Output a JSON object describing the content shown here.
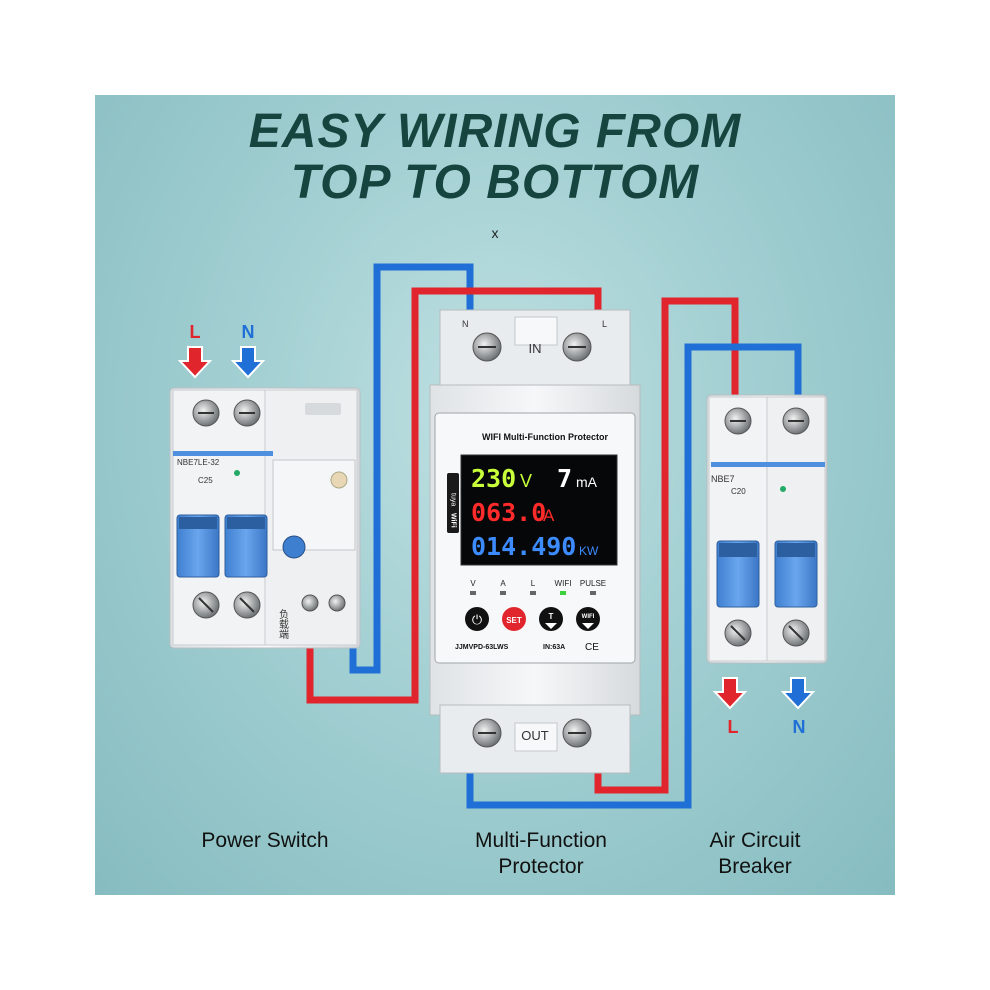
{
  "headline": {
    "line1": "EASY WIRING FROM",
    "line2": "TOP TO BOTTOM"
  },
  "stray_mark": "x",
  "colors": {
    "live_wire": "#e0252c",
    "neutral_wire": "#1f6fd6",
    "switch_lever": "#4f8fdf",
    "headline": "#16443f"
  },
  "power_switch": {
    "model": "NBE7LE-32",
    "rating": "C25",
    "lcd_text": "负载端",
    "input_labels": [
      "L",
      "N"
    ]
  },
  "protector": {
    "title": "WIFI Multi-Function Protector",
    "brand": "tuya",
    "wifi_badge": "WiFi",
    "voltage": "230",
    "voltage_unit": "V",
    "leak_current": "7",
    "leak_unit": "mA",
    "current": "063.0",
    "current_unit": "A",
    "power": "014.490",
    "power_unit": "KW",
    "indicators": [
      "V",
      "A",
      "L",
      "WIFI",
      "PULSE"
    ],
    "buttons": [
      "⏻",
      "SET",
      "T",
      "WIFI"
    ],
    "model": "JJMVPD-63LWS",
    "rating": "IN:63A",
    "ce": "CE",
    "top_label": "IN",
    "bottom_label": "OUT",
    "terminal_marks": [
      "N",
      "L"
    ]
  },
  "breaker": {
    "model": "NBE7",
    "rating": "C20",
    "output_labels": [
      "L",
      "N"
    ]
  },
  "captions": {
    "left": "Power Switch",
    "middle": [
      "Multi-Function",
      "Protector"
    ],
    "right": [
      "Air Circuit",
      "Breaker"
    ]
  }
}
